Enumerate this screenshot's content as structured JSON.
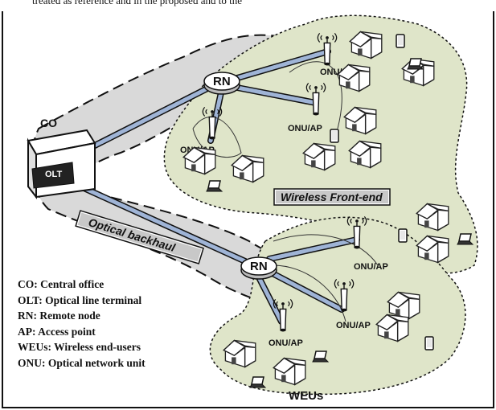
{
  "top_text": "treated as reference and in the proposed and to the",
  "labels": {
    "co": "CO",
    "olt": "OLT",
    "rn": "RN",
    "onu_ap": "ONU/AP",
    "wireless_front_end": "Wireless Front-end",
    "optical_backhaul": "Optical backhaul",
    "weus": "WEUs"
  },
  "legend": [
    "CO: Central office",
    "OLT: Optical line terminal",
    "RN: Remote node",
    "AP: Access point",
    "WEUs: Wireless end-users",
    "ONU: Optical network unit"
  ],
  "colors": {
    "region_fill": "#dfe5c9",
    "backhaul_fill": "#d9d9d9",
    "fiber": "#9fb4d6",
    "border": "#111111"
  }
}
